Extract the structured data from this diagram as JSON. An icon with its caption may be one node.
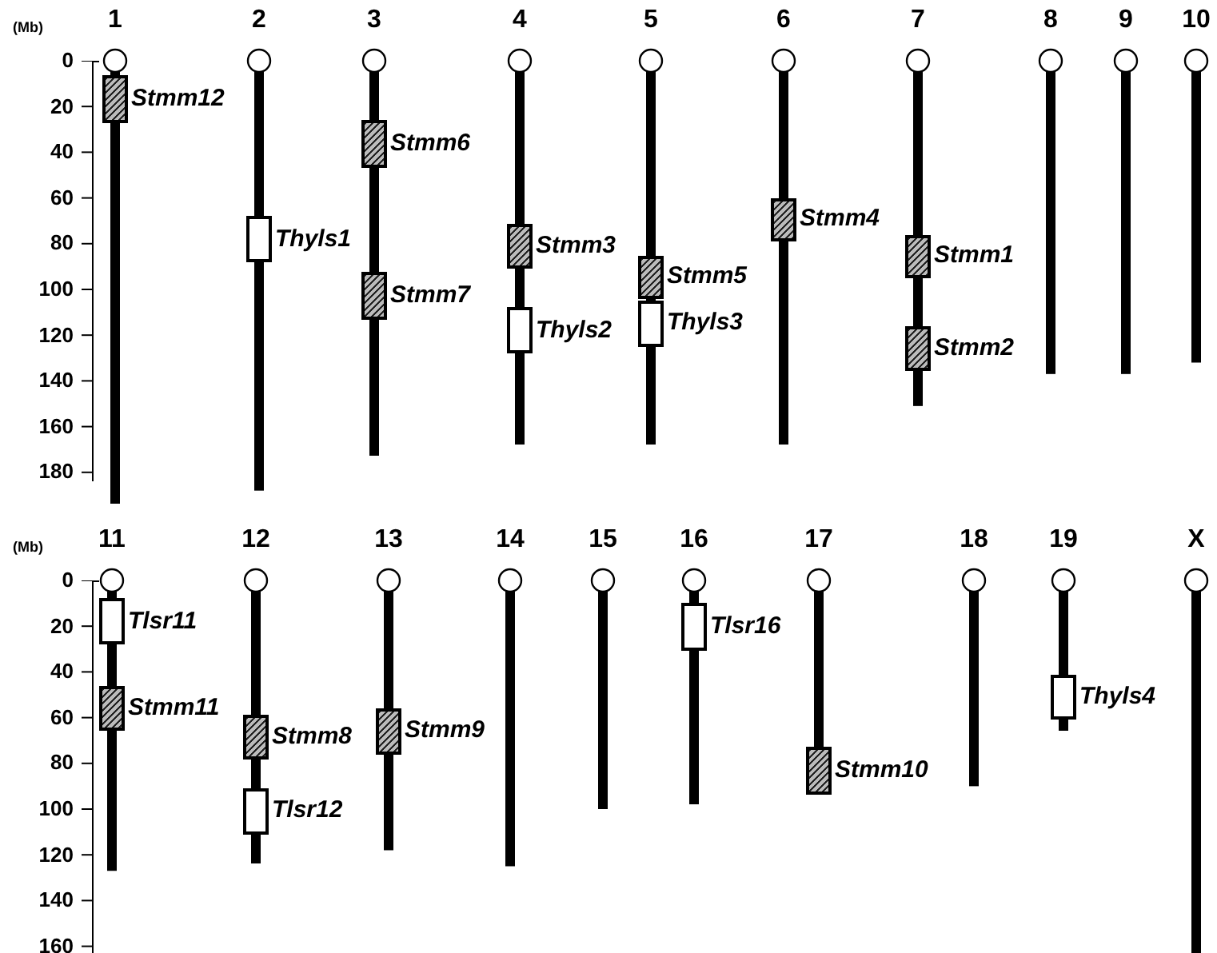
{
  "diagram": {
    "nodes": [
      {
        "text": [
          "1"
        ]
      },
      {
        "text": [],
        "shape": "box",
        "beside": [
          "Stmm12"
        ],
        "in": 0
      },
      {
        "text": [
          "2"
        ]
      },
      {
        "text": [],
        "shape": "box",
        "beside": [
          "Thyls1"
        ],
        "in": 2
      },
      {
        "text": [
          "3"
        ]
      },
      {
        "text": [],
        "shape": "box",
        "beside": [
          "Stmm6"
        ],
        "in": 4
      },
      {
        "text": [],
        "shape": "box",
        "beside": [
          "Stmm7"
        ],
        "in": 4
      },
      {
        "text": [
          "4"
        ]
      },
      {
        "text": [],
        "shape": "box",
        "beside": [
          "Stmm3"
        ],
        "in": 7
      },
      {
        "text": [],
        "shape": "box",
        "beside": [
          "Thyls2"
        ],
        "in": 7
      },
      {
        "text": [
          "5"
        ]
      },
      {
        "text": [],
        "shape": "box",
        "beside": [
          "Stmm5"
        ],
        "in": 10
      },
      {
        "text": [],
        "shape": "box",
        "beside": [
          "Thyls3"
        ],
        "in": 10
      },
      {
        "text": [
          "6"
        ]
      },
      {
        "text": [],
        "shape": "box",
        "beside": [
          "Stmm4"
        ],
        "in": 13
      },
      {
        "text": [
          "7"
        ]
      },
      {
        "text": [],
        "shape": "box",
        "beside": [
          "Stmm1"
        ],
        "in": 15
      },
      {
        "text": [],
        "shape": "box",
        "beside": [
          "Stmm2"
        ],
        "in": 15
      },
      {
        "text": [
          "8"
        ]
      },
      {
        "text": [
          "9"
        ]
      },
      {
        "text": [
          "10"
        ]
      },
      {
        "text": [
          "11"
        ]
      },
      {
        "text": [],
        "shape": "box",
        "beside": [
          "Tlsr11"
        ],
        "in": 21
      },
      {
        "text": [],
        "shape": "box",
        "beside": [
          "Stmm11"
        ],
        "in": 21
      },
      {
        "text": [
          "12"
        ]
      },
      {
        "text": [],
        "shape": "box",
        "beside": [
          "Stmm8"
        ],
        "in": 24
      },
      {
        "text": [],
        "shape": "box",
        "beside": [
          "Tlsr12"
        ],
        "in": 24
      },
      {
        "text": [
          "13"
        ]
      },
      {
        "text": [],
        "shape": "box",
        "beside": [
          "Stmm9"
        ],
        "in": 27
      },
      {
        "text": [
          "14"
        ]
      },
      {
        "text": [
          "15"
        ]
      },
      {
        "text": [
          "16"
        ]
      },
      {
        "text": [],
        "shape": "box",
        "beside": [
          "Tlsr16"
        ],
        "in": 31
      },
      {
        "text": [
          "17"
        ]
      },
      {
        "text": [],
        "shape": "box",
        "beside": [
          "Stmm10"
        ],
        "in": 33
      },
      {
        "text": [
          "18"
        ]
      },
      {
        "text": [
          "19"
        ]
      },
      {
        "text": [],
        "shape": "box",
        "beside": [
          "Thyls4"
        ],
        "in": 36
      },
      {
        "text": [
          "X"
        ]
      }
    ],
    "labels": [
      "(Mb)",
      "0",
      "20",
      "40",
      "60",
      "80",
      "100",
      "120",
      "140",
      "160",
      "180",
      "(Mb)",
      "0",
      "20",
      "40",
      "60",
      "80",
      "100",
      "120",
      "140",
      "160"
    ]
  }
}
